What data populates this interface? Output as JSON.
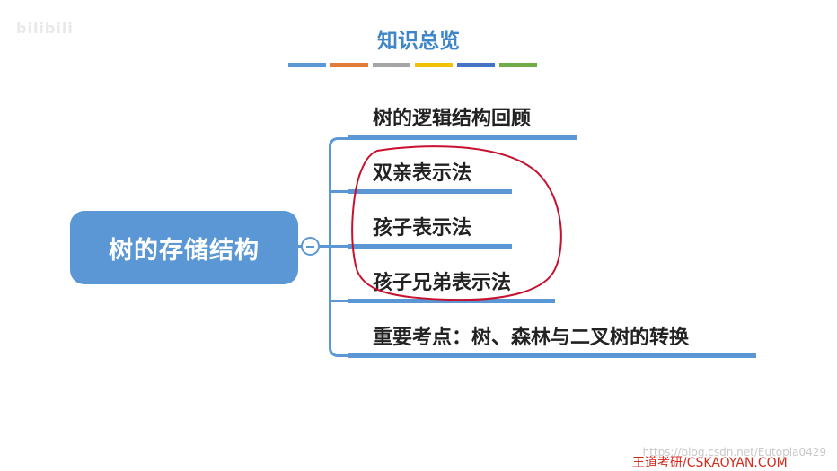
{
  "watermark": {
    "logo_text": "bilibili"
  },
  "header": {
    "title": "知识总览",
    "color_bars": [
      "#5b97d4",
      "#e07b39",
      "#a5a5a5",
      "#f2c200",
      "#4472c4",
      "#70ad47"
    ]
  },
  "mindmap": {
    "root_label": "树的存储结构",
    "branches": [
      {
        "label": "树的逻辑结构回顾"
      },
      {
        "label": "双亲表示法"
      },
      {
        "label": "孩子表示法"
      },
      {
        "label": "孩子兄弟表示法"
      },
      {
        "label": "重要考点：树、森林与二叉树的转换"
      }
    ]
  },
  "footer": {
    "url_watermark": "https://blog.csdn.net/Eutopia0429",
    "brand": "王道考研/CSKAOYAN.COM"
  },
  "colors": {
    "accent": "#5b97d4",
    "annotation": "#c8102e",
    "title": "#3f86c8",
    "brand": "#d42a1c"
  }
}
